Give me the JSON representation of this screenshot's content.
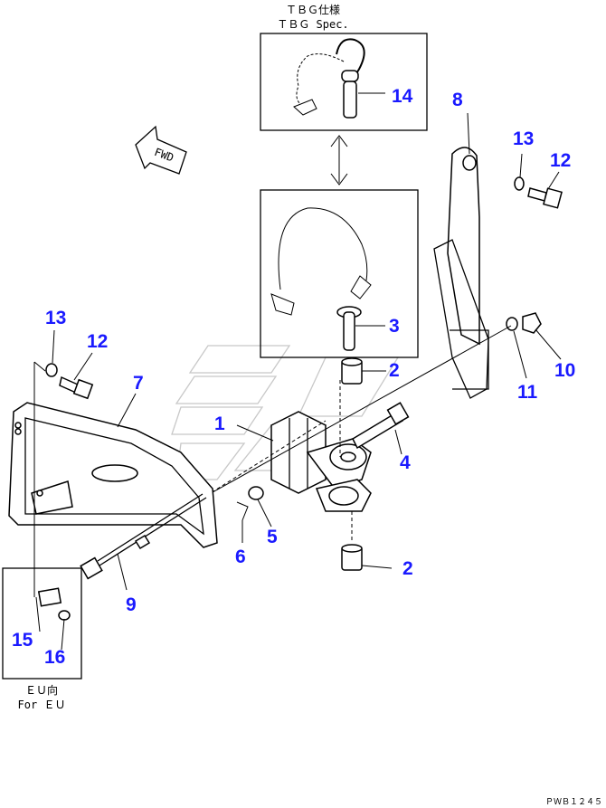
{
  "captions": {
    "tbg_jp": "ＴＢＧ仕様",
    "tbg_en": "ＴＢＧ Spec.",
    "eu_jp": "ＥＵ向",
    "eu_en": "For ＥＵ",
    "fwd": "FWD",
    "drawing_code": "ＰＷＢ１２４５"
  },
  "callouts": {
    "c1": "1",
    "c2a": "2",
    "c2b": "2",
    "c3": "3",
    "c4": "4",
    "c5": "5",
    "c6": "6",
    "c7": "7",
    "c8": "8",
    "c9": "9",
    "c10": "10",
    "c11": "11",
    "c12a": "12",
    "c12b": "12",
    "c13a": "13",
    "c13b": "13",
    "c14": "14",
    "c15": "15",
    "c16": "16"
  },
  "colors": {
    "callout": "#1a1aff",
    "line": "#000000",
    "watermark": "#c8c8c8"
  }
}
